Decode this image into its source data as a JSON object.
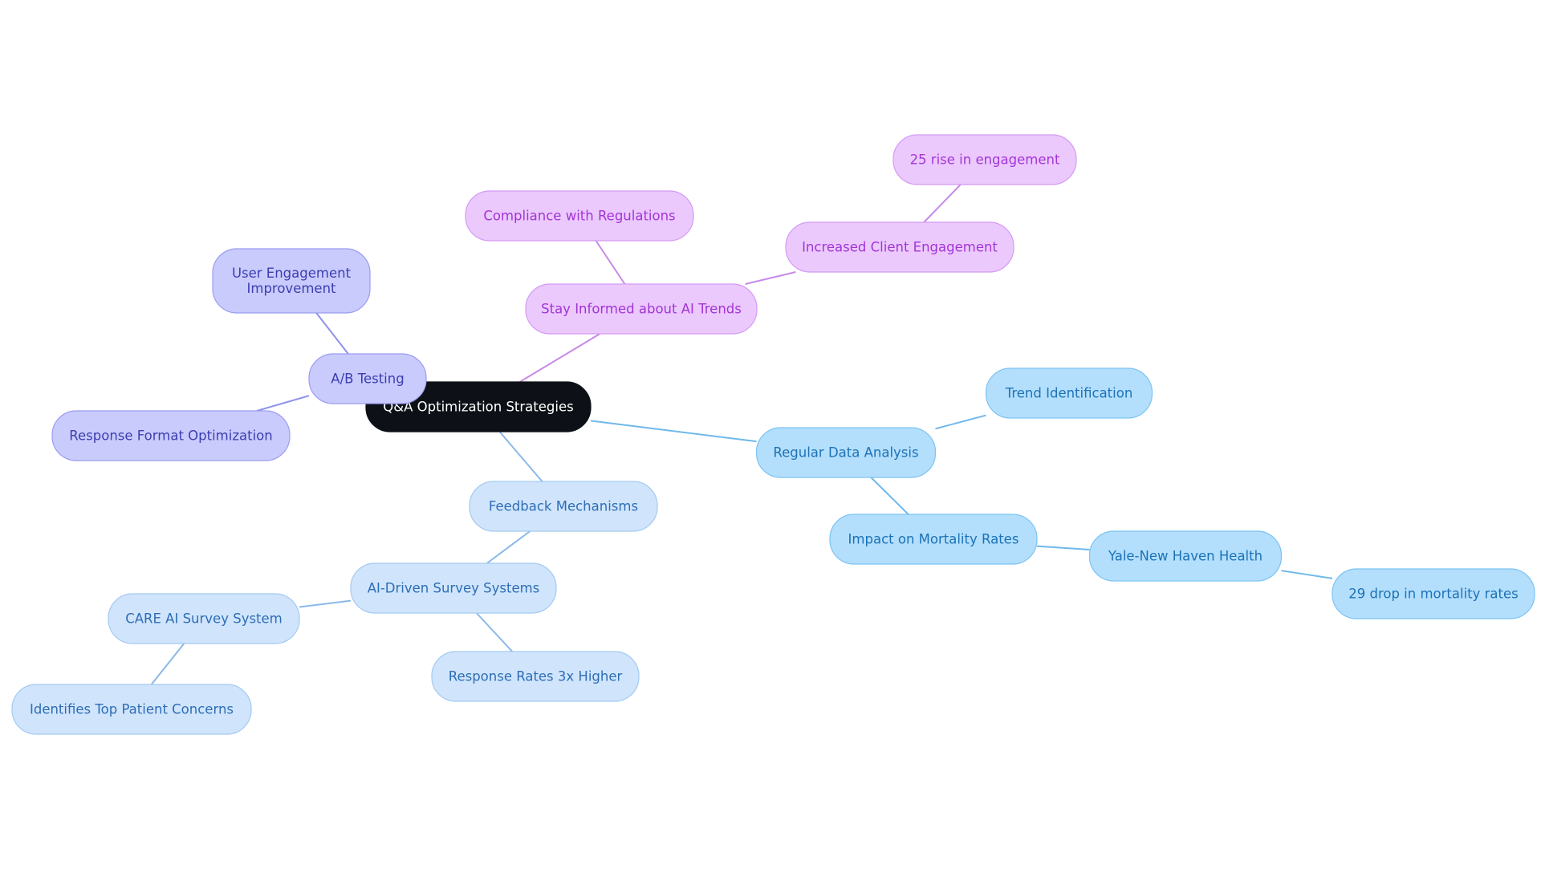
{
  "diagram": {
    "type": "mindmap",
    "root": {
      "id": "root",
      "lines": [
        "Q&A Optimization Strategies"
      ],
      "style": "root"
    },
    "nodes": [
      {
        "id": "ab-testing",
        "parent": "root",
        "lines": [
          "A/B Testing"
        ],
        "style": "indigo"
      },
      {
        "id": "user-engagement",
        "parent": "ab-testing",
        "lines": [
          "User Engagement",
          "Improvement"
        ],
        "style": "indigo"
      },
      {
        "id": "response-format",
        "parent": "ab-testing",
        "lines": [
          "Response Format Optimization"
        ],
        "style": "indigo"
      },
      {
        "id": "stay-informed",
        "parent": "root",
        "lines": [
          "Stay Informed about AI Trends"
        ],
        "style": "purple"
      },
      {
        "id": "compliance",
        "parent": "stay-informed",
        "lines": [
          "Compliance with Regulations"
        ],
        "style": "purple"
      },
      {
        "id": "client-engagement",
        "parent": "stay-informed",
        "lines": [
          "Increased Client Engagement"
        ],
        "style": "purple"
      },
      {
        "id": "engagement-rise",
        "parent": "client-engagement",
        "lines": [
          "25 rise in engagement"
        ],
        "style": "purple"
      },
      {
        "id": "data-analysis",
        "parent": "root",
        "lines": [
          "Regular Data Analysis"
        ],
        "style": "sky"
      },
      {
        "id": "trend-id",
        "parent": "data-analysis",
        "lines": [
          "Trend Identification"
        ],
        "style": "sky"
      },
      {
        "id": "mortality-impact",
        "parent": "data-analysis",
        "lines": [
          "Impact on Mortality Rates"
        ],
        "style": "sky"
      },
      {
        "id": "yale",
        "parent": "mortality-impact",
        "lines": [
          "Yale-New Haven Health"
        ],
        "style": "sky"
      },
      {
        "id": "mortality-drop",
        "parent": "yale",
        "lines": [
          "29 drop in mortality rates"
        ],
        "style": "sky"
      },
      {
        "id": "feedback",
        "parent": "root",
        "lines": [
          "Feedback Mechanisms"
        ],
        "style": "blue"
      },
      {
        "id": "ai-survey",
        "parent": "feedback",
        "lines": [
          "AI-Driven Survey Systems"
        ],
        "style": "blue"
      },
      {
        "id": "care-ai",
        "parent": "ai-survey",
        "lines": [
          "CARE AI Survey System"
        ],
        "style": "blue"
      },
      {
        "id": "patient-concerns",
        "parent": "care-ai",
        "lines": [
          "Identifies Top Patient Concerns"
        ],
        "style": "blue"
      },
      {
        "id": "response-rates",
        "parent": "ai-survey",
        "lines": [
          "Response Rates 3x Higher"
        ],
        "style": "blue"
      }
    ],
    "styles": {
      "root": {
        "fill": "#0d1117",
        "stroke": "#0d1117",
        "text": "#ffffff"
      },
      "indigo": {
        "fill": "#cacbfd",
        "stroke": "#9a9cf0",
        "text": "#3b3eaf",
        "line": "#8f91ec"
      },
      "purple": {
        "fill": "#ebc9fd",
        "stroke": "#d49af5",
        "text": "#a235d6",
        "line": "#c88ae9"
      },
      "sky": {
        "fill": "#b3dffd",
        "stroke": "#7cc3f2",
        "text": "#1d72b6",
        "line": "#6fb9ec"
      },
      "blue": {
        "fill": "#d0e5fc",
        "stroke": "#a4c9f1",
        "text": "#2e6db6",
        "line": "#8ab8e8"
      }
    }
  }
}
